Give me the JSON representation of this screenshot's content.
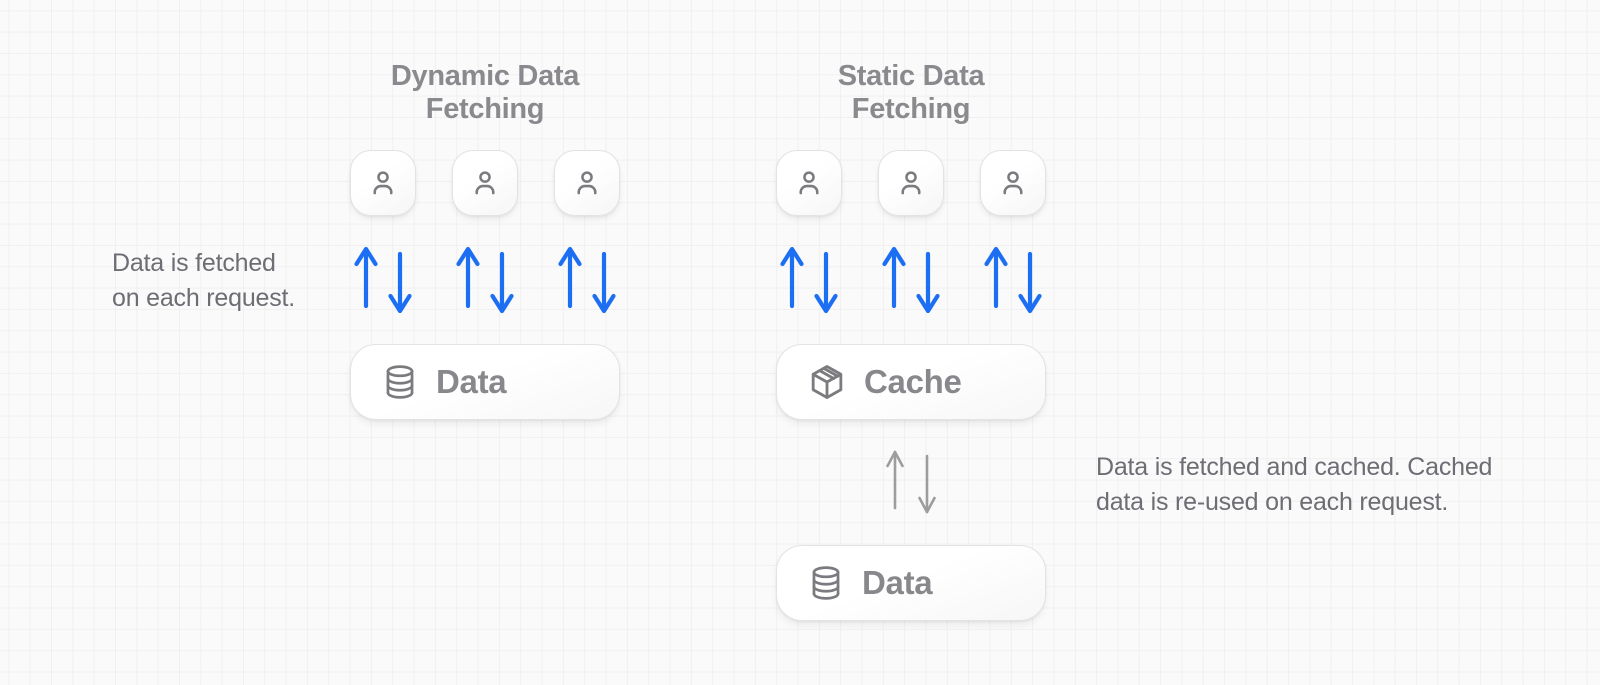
{
  "diagram": {
    "dynamic": {
      "title": "Dynamic Data Fetching",
      "caption_line1": "Data is fetched",
      "caption_line2": "on each request.",
      "user_icons": [
        "user-icon",
        "user-icon",
        "user-icon"
      ],
      "store_label": "Data",
      "store_icon": "database-icon"
    },
    "static": {
      "title": "Static Data Fetching",
      "caption_line1": "Data is fetched and cached. Cached",
      "caption_line2": "data is re-used on each request.",
      "user_icons": [
        "user-icon",
        "user-icon",
        "user-icon"
      ],
      "cache_label": "Cache",
      "cache_icon": "package-icon",
      "store_label": "Data",
      "store_icon": "database-icon"
    },
    "icons": {
      "user": "user-icon",
      "database": "database-icon",
      "package": "package-icon",
      "up_down_arrows_blue": "up-down-arrows-blue",
      "up_down_arrows_gray": "up-down-arrows-gray"
    },
    "colors": {
      "background": "#fafafa",
      "grid_line": "#f0f0f1",
      "title_text": "#8a8a8e",
      "caption_text": "#6d6d74",
      "label_text": "#88888c",
      "icon_stroke": "#7b7b7f",
      "arrow_blue": "#1c6ef2",
      "arrow_gray": "#9d9da0",
      "box_border": "#e3e3e5"
    }
  }
}
